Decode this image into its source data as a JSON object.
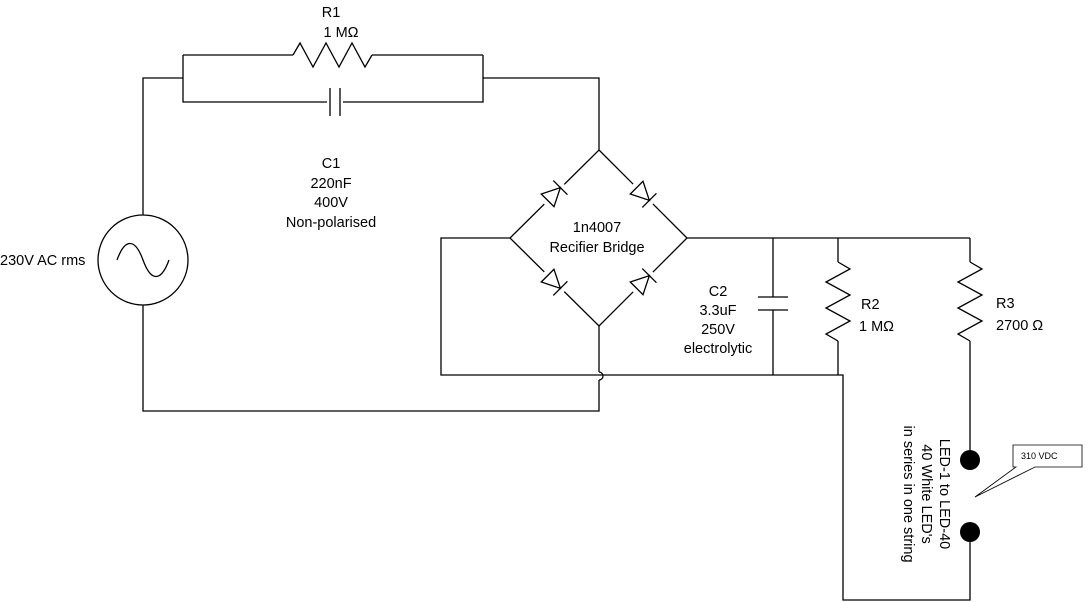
{
  "source": {
    "label": "230V AC rms"
  },
  "r1": {
    "name": "R1",
    "value": "1 MΩ"
  },
  "c1": {
    "name": "C1",
    "value": "220nF",
    "voltage": "400V",
    "type": "Non-polarised"
  },
  "bridge": {
    "part": "1n4007",
    "label": "Recifier Bridge"
  },
  "c2": {
    "name": "C2",
    "value": "3.3uF",
    "voltage": "250V",
    "type": "electrolytic"
  },
  "r2": {
    "name": "R2",
    "value": "1 MΩ"
  },
  "r3": {
    "name": "R3",
    "value": "2700 Ω"
  },
  "leds": {
    "line1": "LED-1 to LED-40",
    "line2": "40 White LED's",
    "line3": "in series in one string"
  },
  "callout": {
    "text": "310 VDC"
  }
}
